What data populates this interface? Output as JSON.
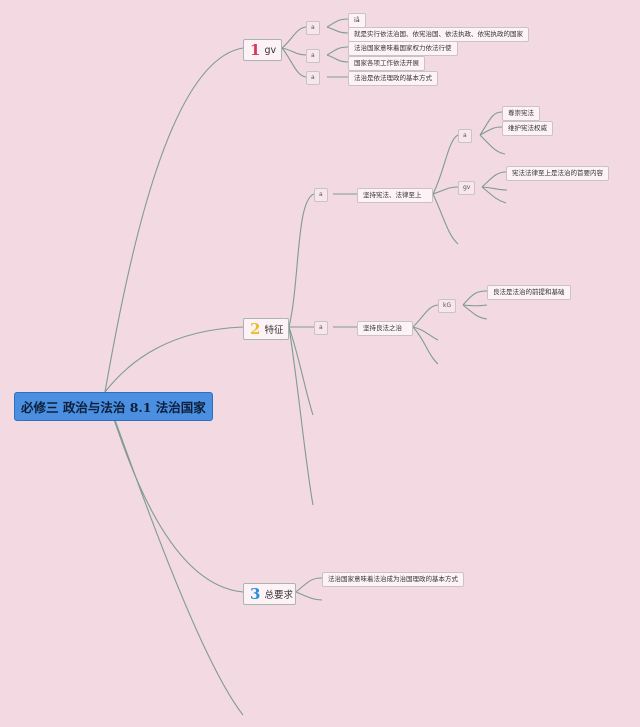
{
  "root": {
    "title": "必修三 政治与法治 8.1 法治国家"
  },
  "branches": [
    {
      "num": "1",
      "num_color": "#d63a5a",
      "label": "gv",
      "children": [
        {
          "tag": "a",
          "items": [
            "iå",
            "就是实行依法治国、依宪治国、依法执政、依宪执政的国家"
          ]
        },
        {
          "tag": "a",
          "items": [
            "法治国家意味着国家权力依法行使",
            "国家各项工作依法开展"
          ]
        },
        {
          "tag": "a",
          "items": [
            "法治是依法理政的基本方式"
          ]
        }
      ]
    },
    {
      "num": "2",
      "num_color": "#e8c02a",
      "label": "特征",
      "children": [
        {
          "tag": "a",
          "label": "坚持宪法、法律至上",
          "groups": [
            {
              "tag": "a",
              "items": [
                "尊崇宪法",
                "维护宪法权威"
              ]
            },
            {
              "tag": "gv",
              "items": [
                "宪法法律至上是法治的首要内容"
              ]
            }
          ]
        },
        {
          "tag": "a",
          "label": "坚持良法之治",
          "groups": [
            {
              "tag": "kG",
              "items": [
                "良法是法治的前提和基础"
              ]
            }
          ]
        }
      ]
    },
    {
      "num": "3",
      "num_color": "#2a8fd6",
      "label": "总要求",
      "items": [
        "法治国家意味着法治成为治国理政的基本方式"
      ]
    }
  ]
}
